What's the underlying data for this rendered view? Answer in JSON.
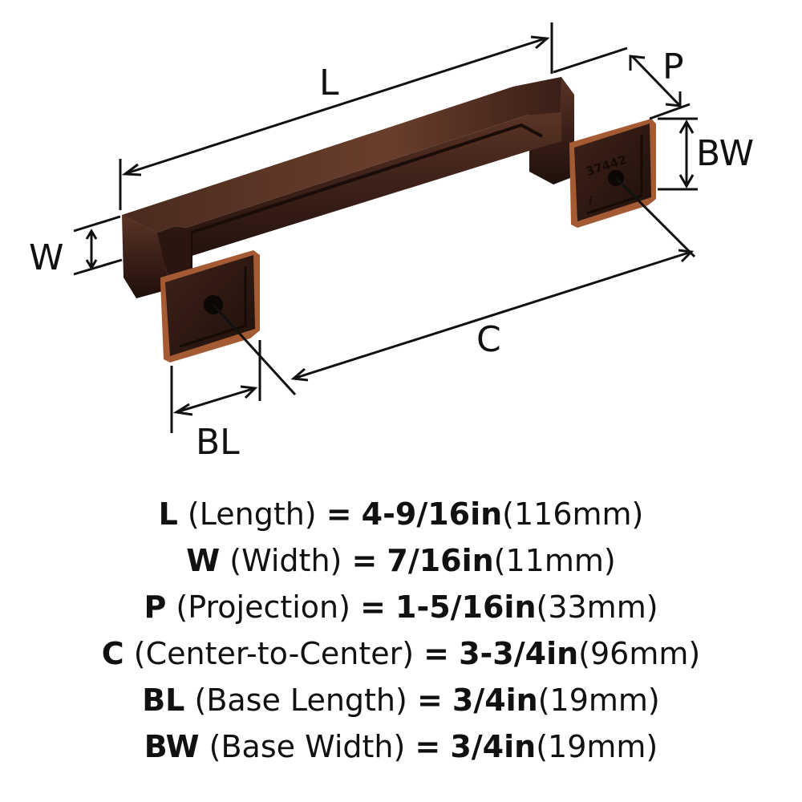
{
  "diagram": {
    "labels": {
      "L": "L",
      "P": "P",
      "BW": "BW",
      "W": "W",
      "C": "C",
      "BL": "BL"
    },
    "stamp": "37442",
    "colors": {
      "finish": "#3a1f17",
      "finish_dark": "#1e0f0a",
      "copper_edge": "#a45a33",
      "dimension_line": "#111111"
    }
  },
  "specs": [
    {
      "code": "L",
      "desc": "(Length)",
      "eq": "=",
      "imperial": "4-9/16in",
      "metric": "(116mm)"
    },
    {
      "code": "W",
      "desc": "(Width)",
      "eq": "=",
      "imperial": "7/16in",
      "metric": "(11mm)"
    },
    {
      "code": "P",
      "desc": "(Projection)",
      "eq": "=",
      "imperial": "1-5/16in",
      "metric": "(33mm)"
    },
    {
      "code": "C",
      "desc": "(Center-to-Center)",
      "eq": "=",
      "imperial": "3-3/4in",
      "metric": "(96mm)"
    },
    {
      "code": "BL",
      "desc": "(Base Length)",
      "eq": "=",
      "imperial": "3/4in",
      "metric": "(19mm)"
    },
    {
      "code": "BW",
      "desc": "(Base Width)",
      "eq": "=",
      "imperial": "3/4in",
      "metric": "(19mm)"
    }
  ]
}
